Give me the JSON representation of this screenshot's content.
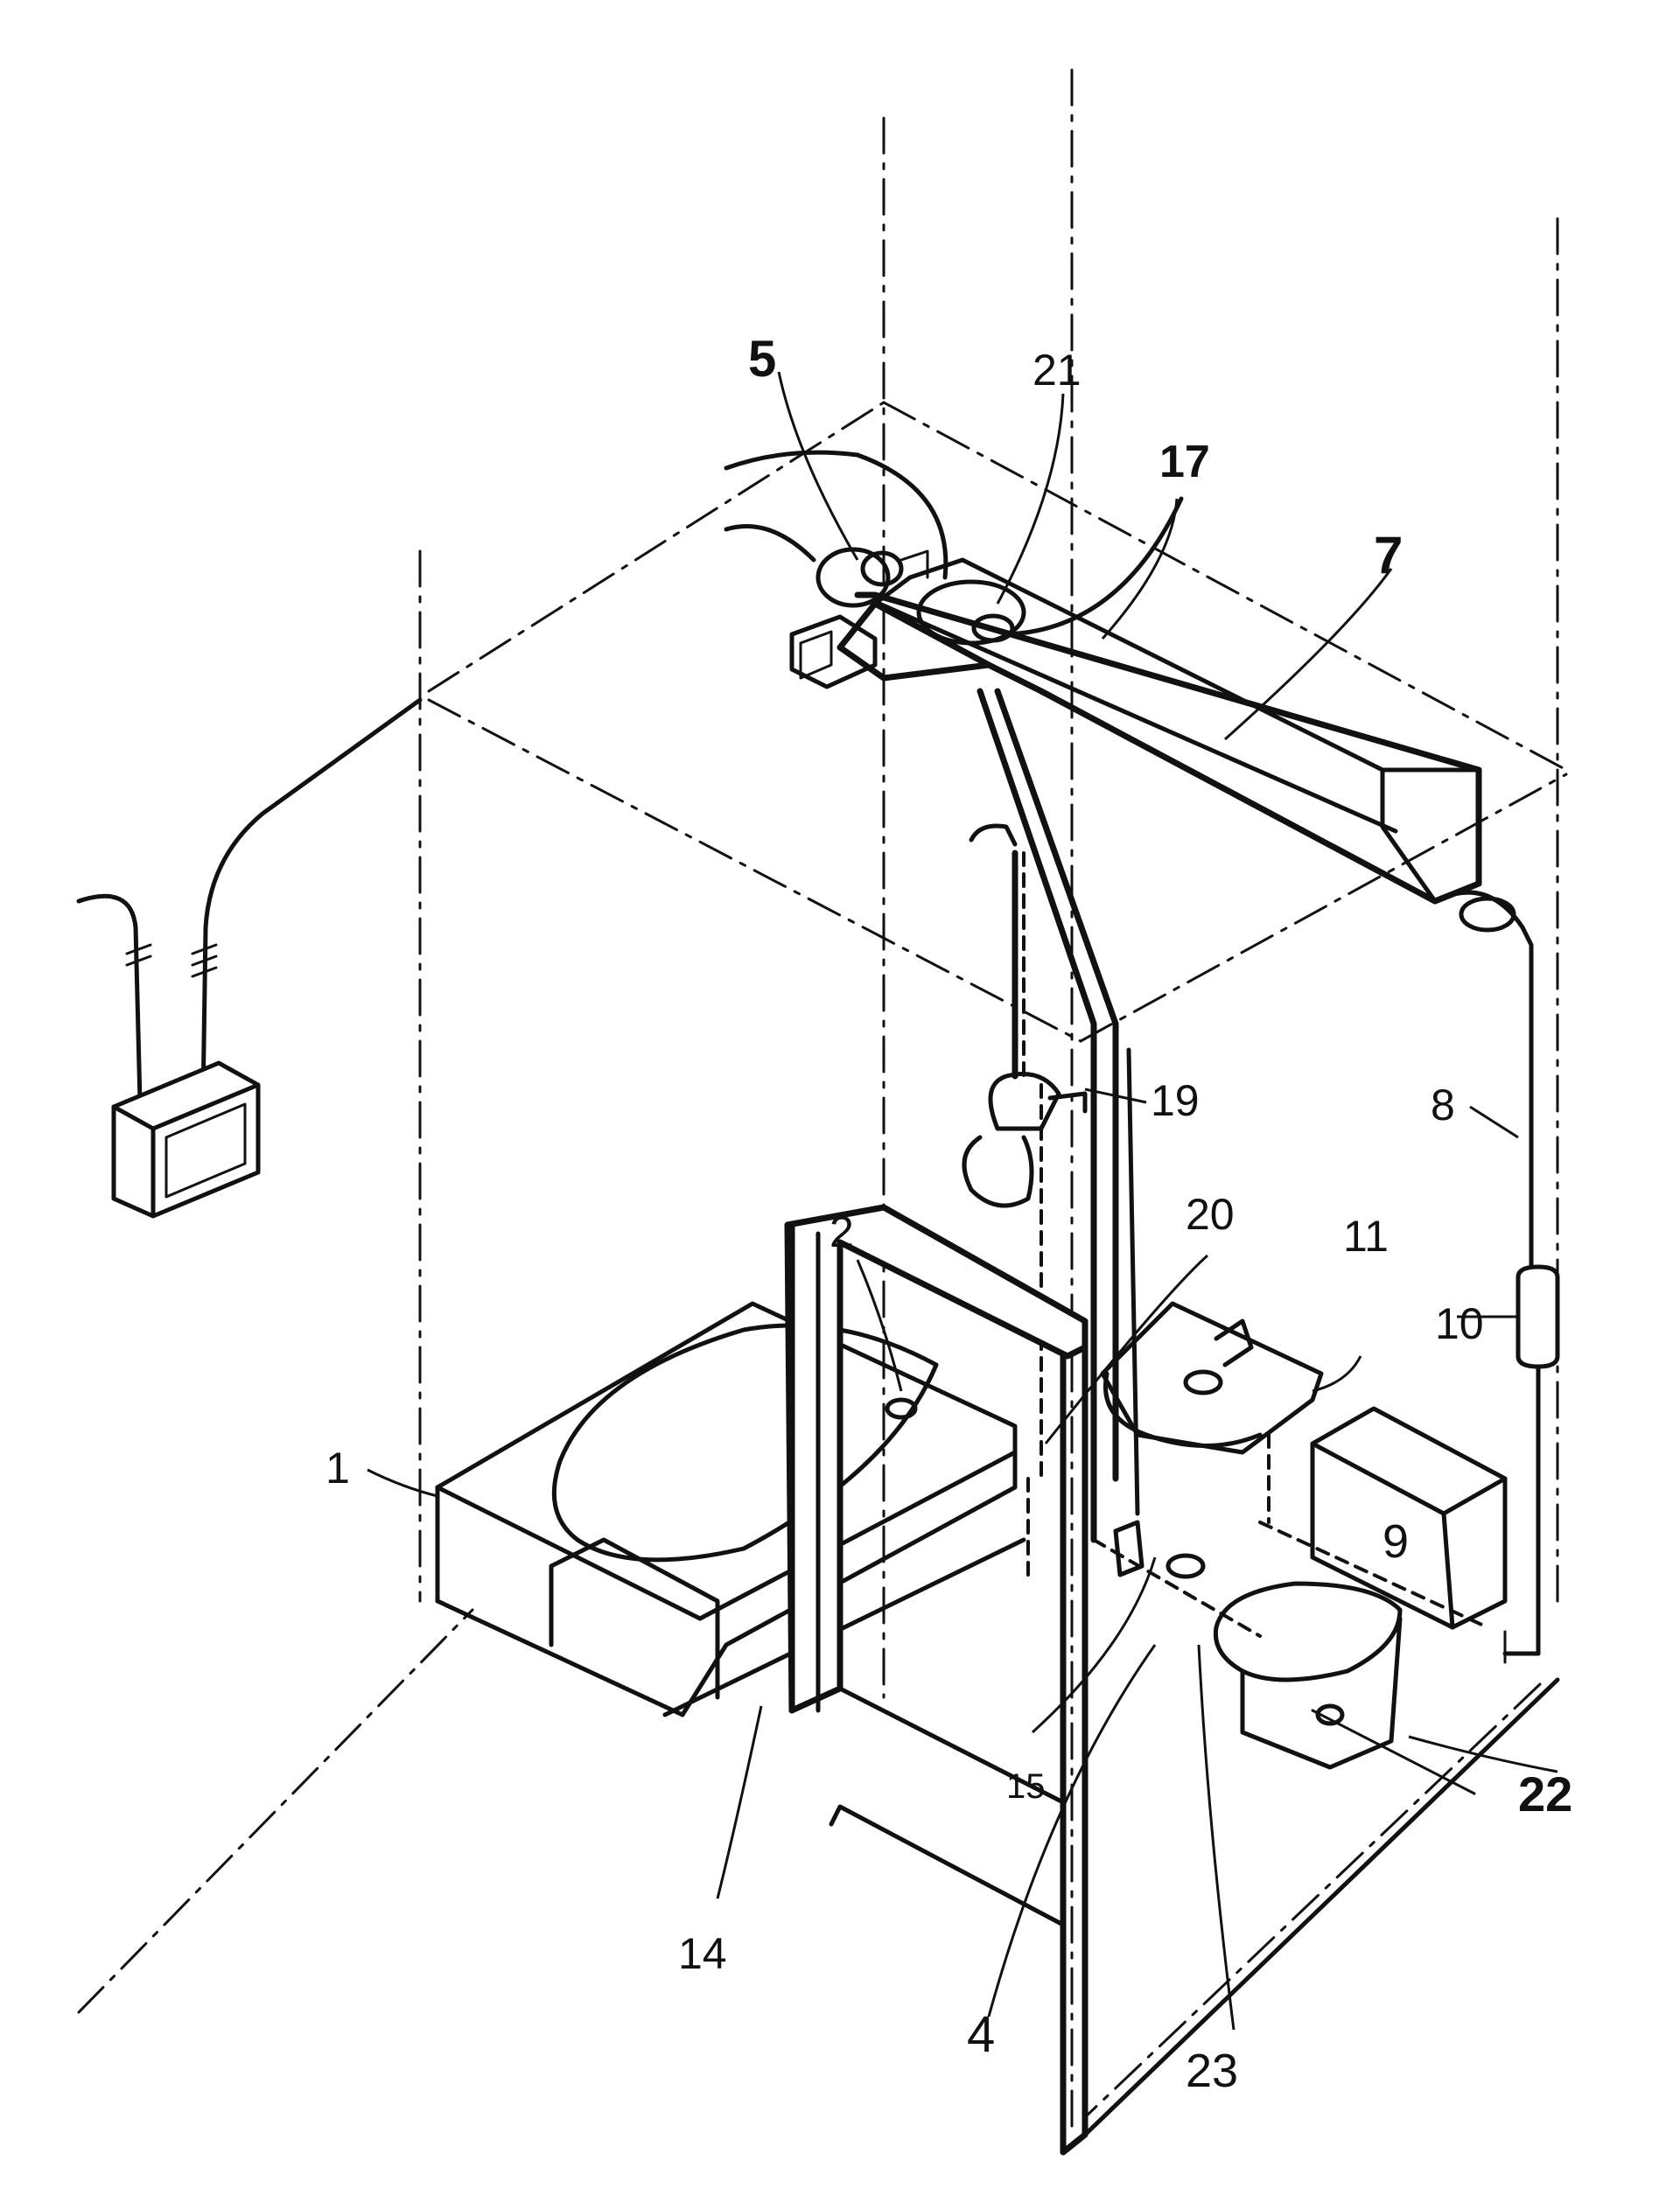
{
  "figure": {
    "labels": {
      "l1": "1",
      "l2": "2",
      "l4": "4",
      "l5": "5",
      "l7": "7",
      "l8": "8",
      "l9": "9",
      "l10": "10",
      "l11": "11",
      "l14": "14",
      "l15": "15",
      "l17": "17",
      "l19": "19",
      "l20": "20",
      "l21": "21",
      "l22": "22",
      "l23": "23"
    }
  }
}
